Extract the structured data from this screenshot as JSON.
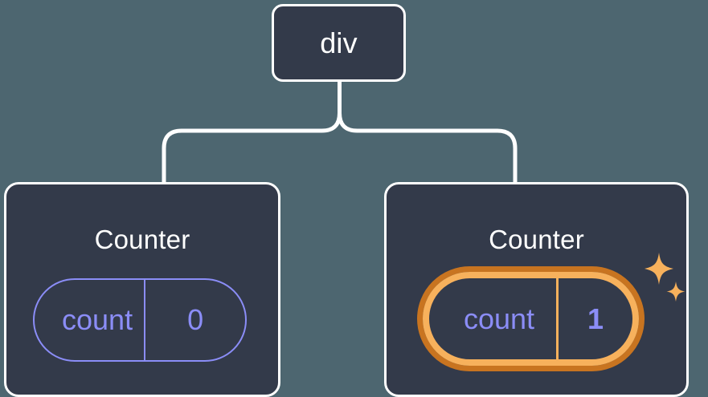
{
  "diagram": {
    "title": "React component tree with highlighted state update",
    "background_color": "#4d6670",
    "node_fill_color": "#333a4a",
    "node_border_color": "#ffffff",
    "state_accent_color": "#8b8df7",
    "highlight_outer_color": "#c87420",
    "highlight_inner_color": "#f7b15c",
    "connector_color": "#ffffff"
  },
  "root": {
    "label": "div"
  },
  "children": [
    {
      "label": "Counter",
      "state": {
        "key": "count",
        "value": "0",
        "highlighted": false
      }
    },
    {
      "label": "Counter",
      "state": {
        "key": "count",
        "value": "1",
        "highlighted": true,
        "sparkle_icons": [
          "sparkle-large-icon",
          "sparkle-small-icon"
        ]
      }
    }
  ]
}
